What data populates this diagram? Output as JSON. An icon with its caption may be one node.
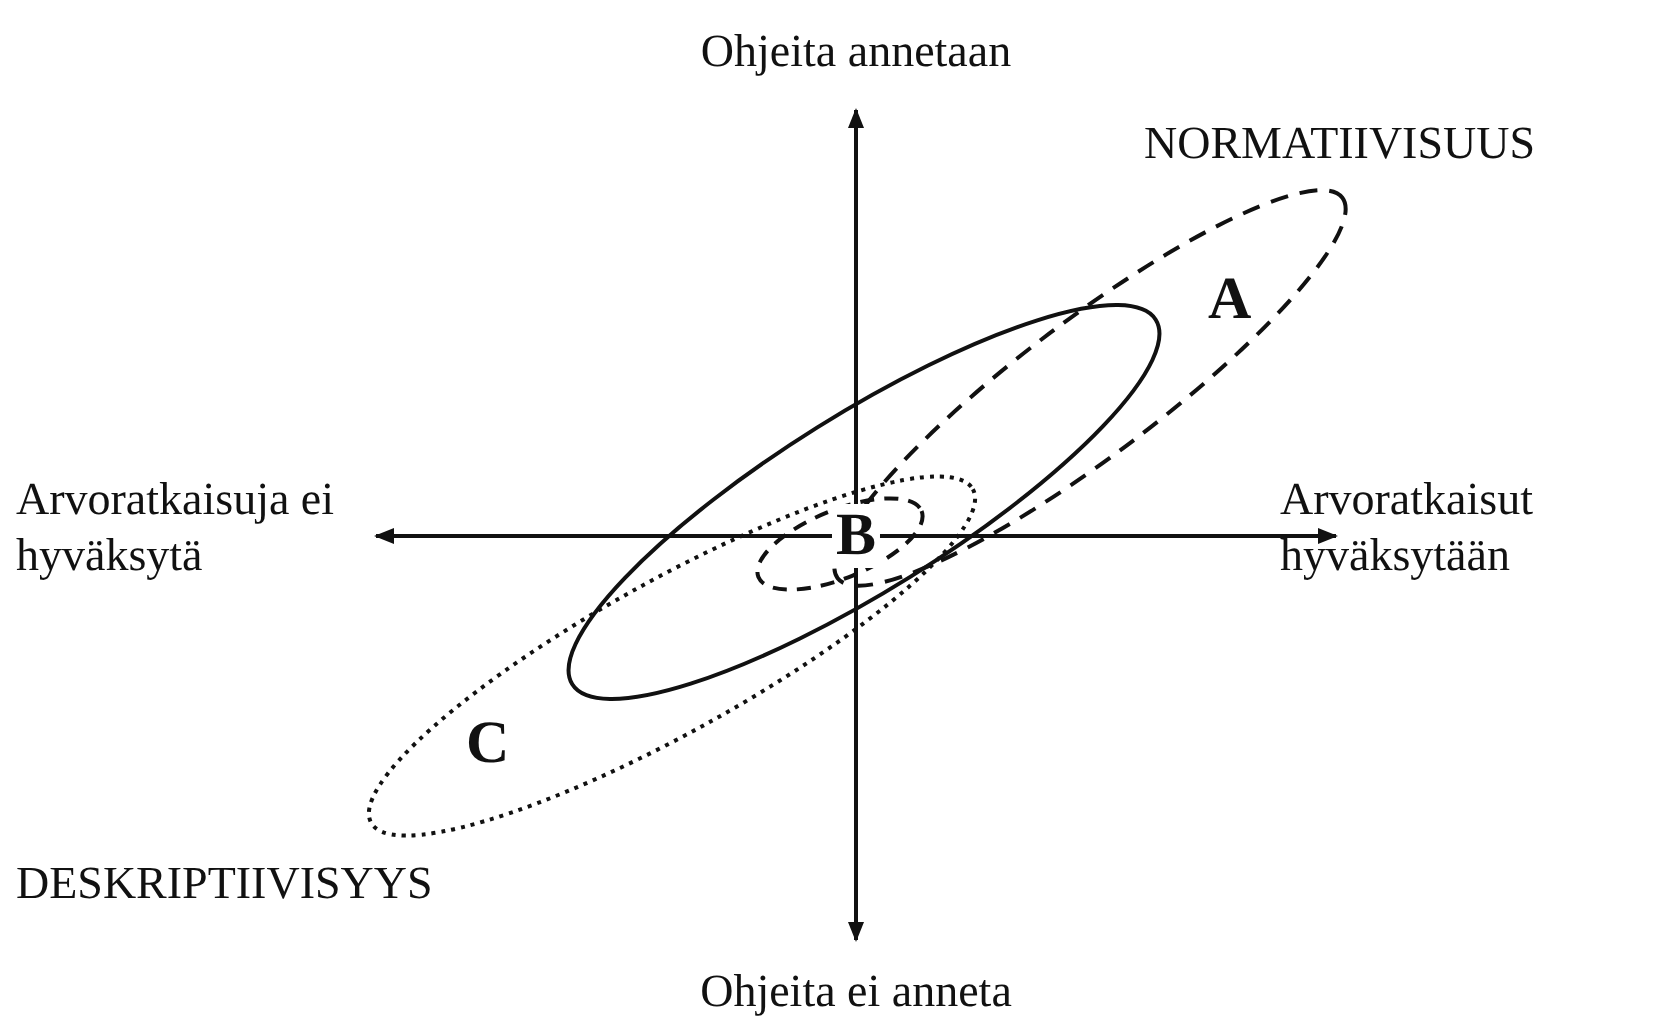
{
  "diagram": {
    "labels": [
      "Ohjeita annetaan",
      "NORMATIIVISUUS",
      "A",
      "Arvoratkaisuja ei hyväksytä",
      "B",
      "Arvoratkaisut hyväksytään",
      "C",
      "DESKRIPTIIVISYYS",
      "Ohjeita ei anneta"
    ]
  }
}
